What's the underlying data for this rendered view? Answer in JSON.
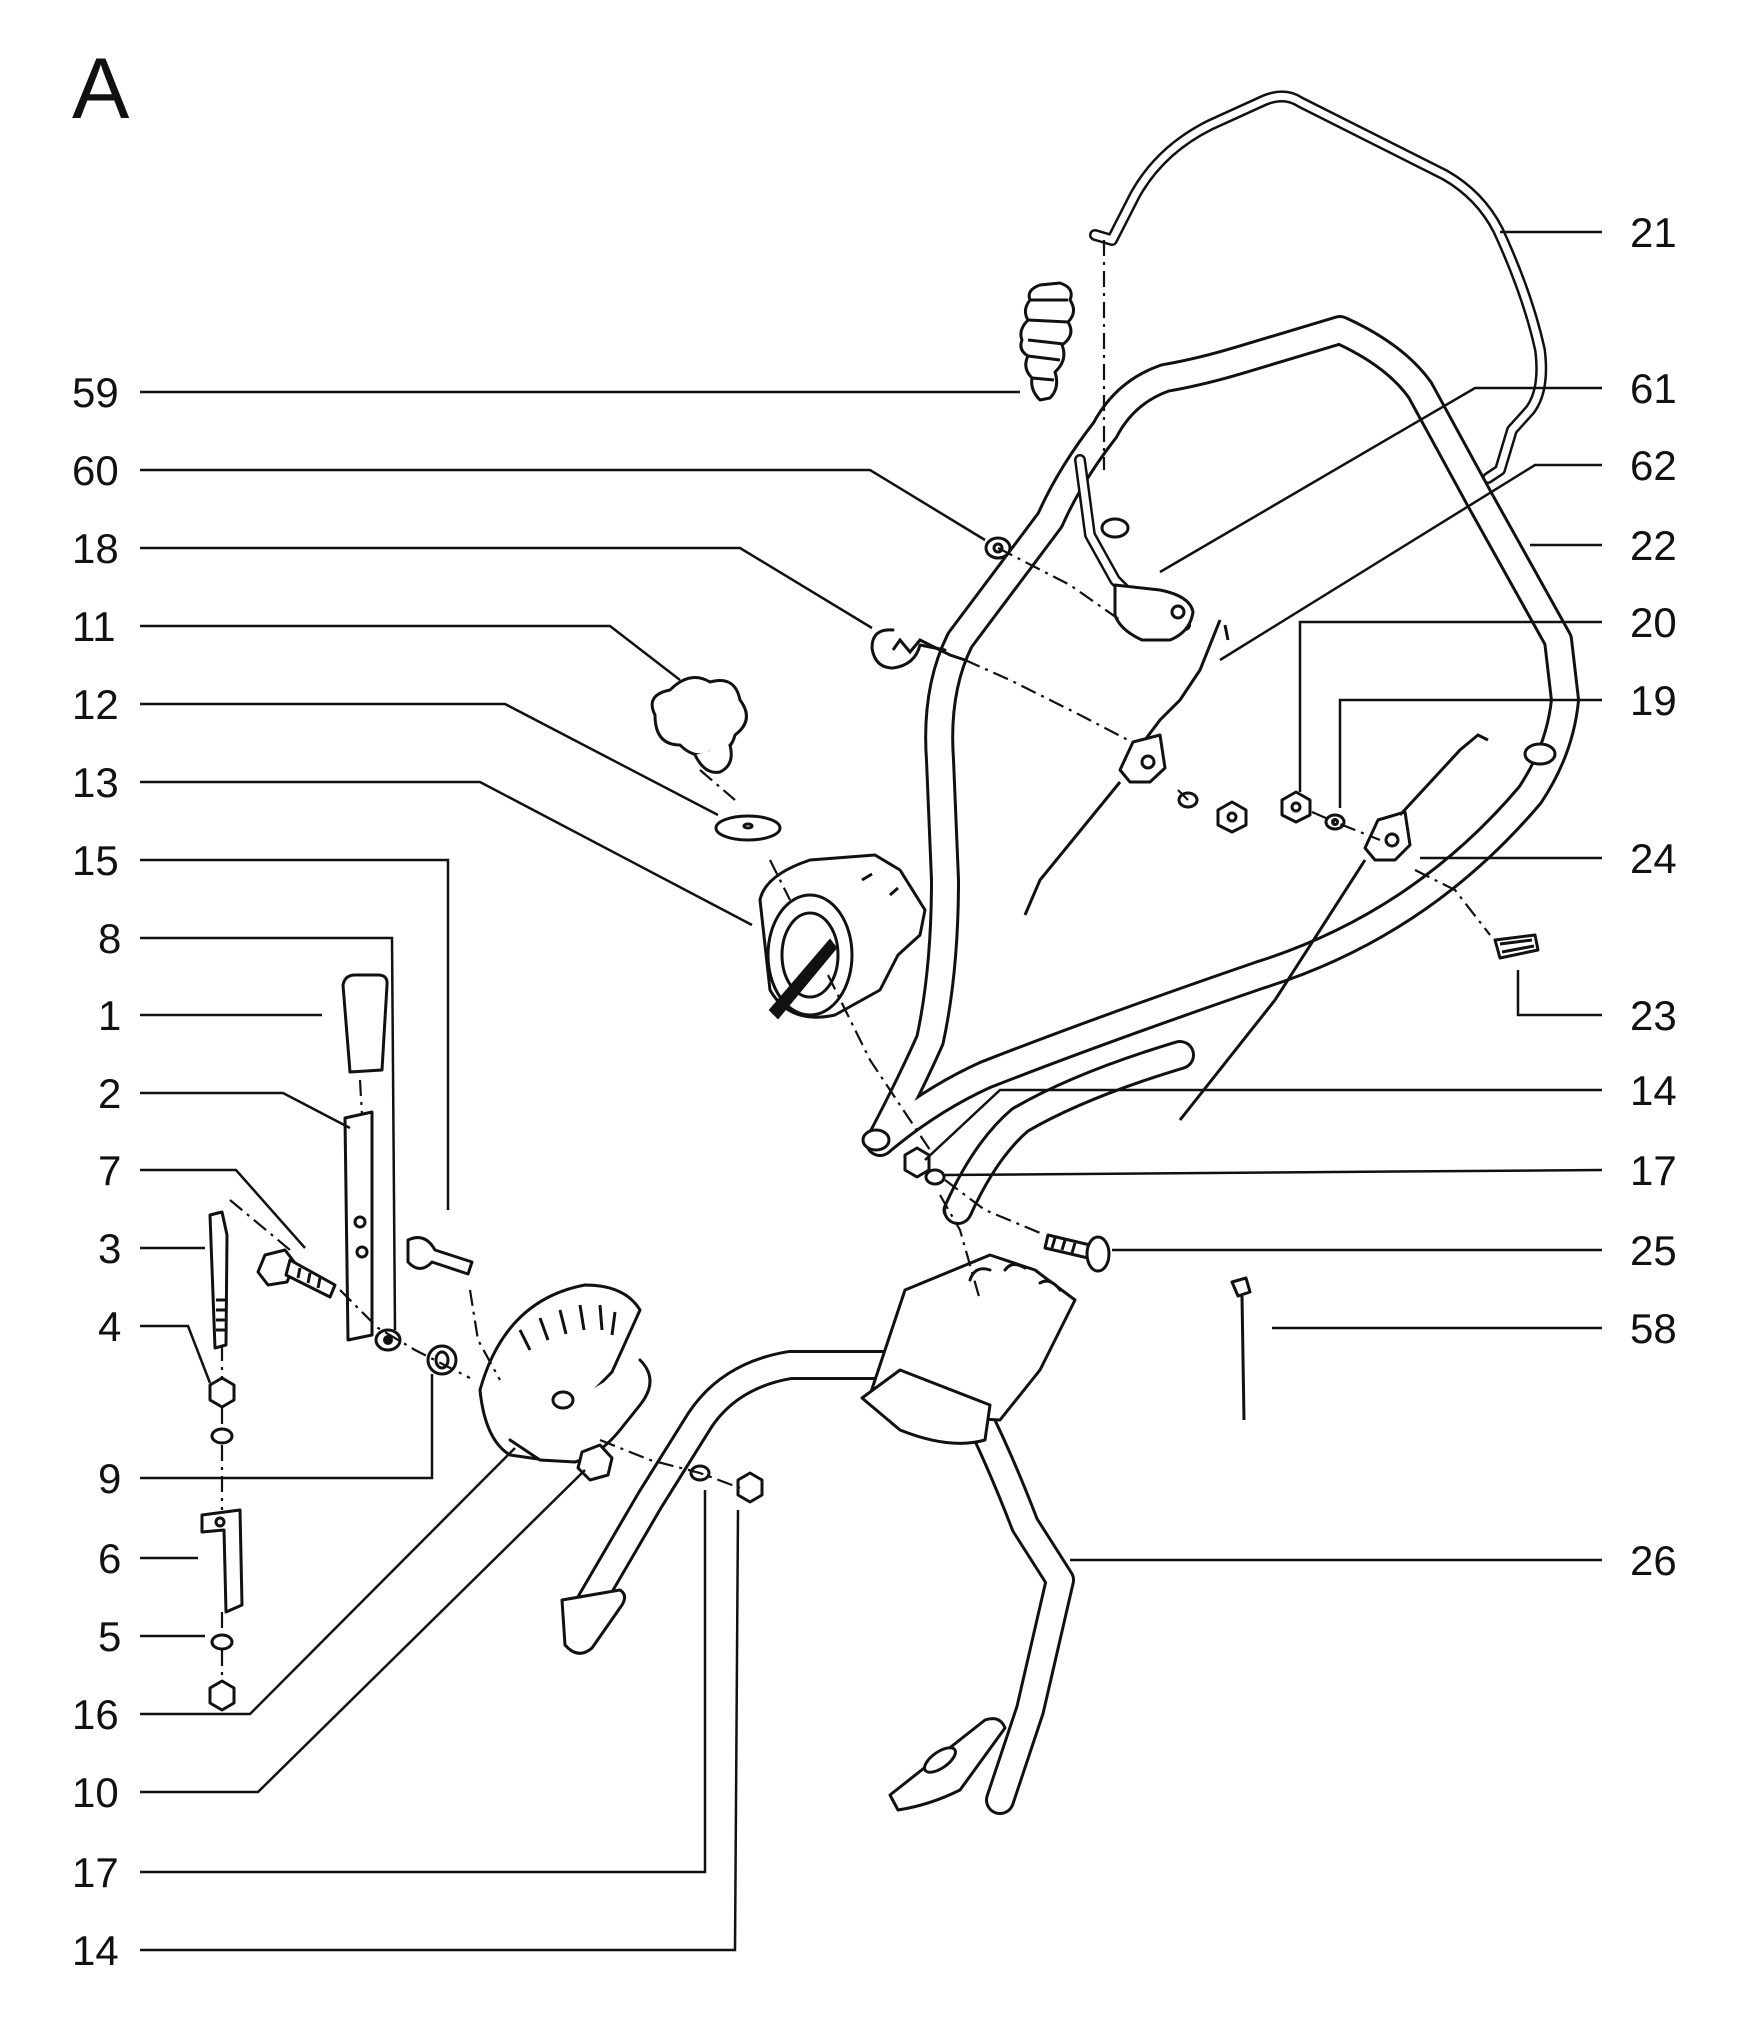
{
  "section_label": "A",
  "callouts": {
    "left": [
      "59",
      "60",
      "18",
      "11",
      "12",
      "13",
      "15",
      "8",
      "1",
      "2",
      "7",
      "3",
      "4",
      "9",
      "6",
      "5",
      "16",
      "10",
      "17",
      "14"
    ],
    "right": [
      "21",
      "61",
      "62",
      "22",
      "20",
      "19",
      "24",
      "23",
      "14",
      "17",
      "25",
      "58",
      "26"
    ]
  }
}
